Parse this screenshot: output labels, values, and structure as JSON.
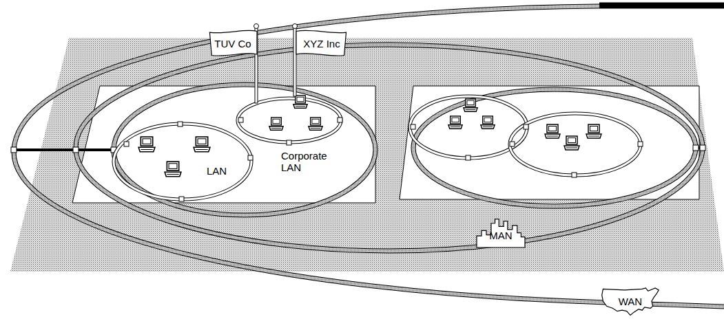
{
  "diagram": {
    "nodes": [
      {
        "text": [
          "TUV Co"
        ]
      },
      {
        "text": [
          "XYZ Inc"
        ]
      },
      {
        "text": [
          "MAN"
        ]
      },
      {
        "text": [
          "WAN"
        ]
      }
    ],
    "labels": [
      "LAN",
      "Corporate LAN"
    ]
  }
}
